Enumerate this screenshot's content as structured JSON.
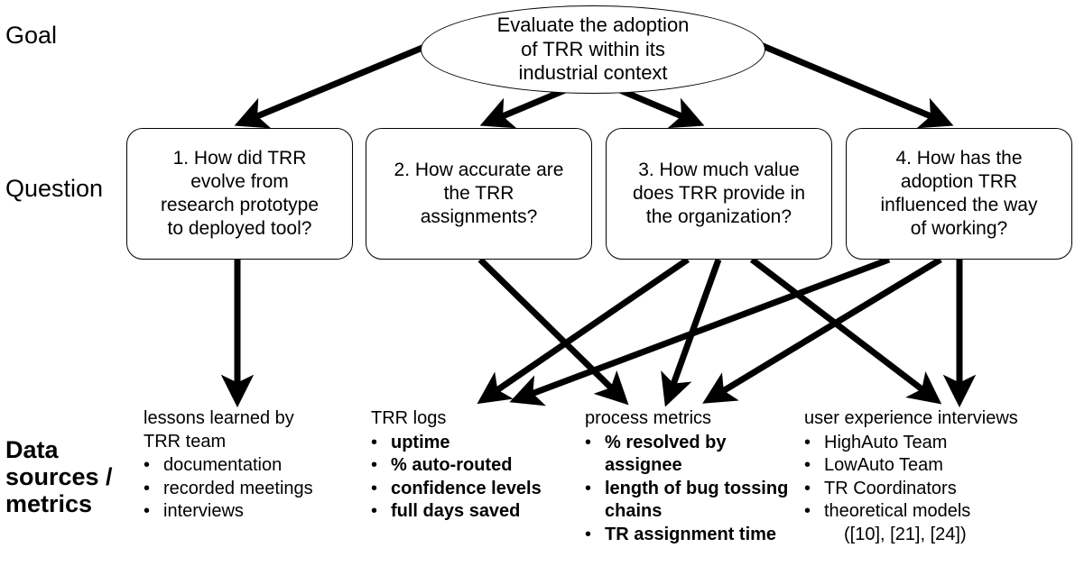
{
  "rows": {
    "goal_label": "Goal",
    "question_label": "Question",
    "data_label_line1": "Data",
    "data_label_line2": "sources /",
    "data_label_line3": "metrics"
  },
  "goal": {
    "text": "Evaluate the adoption\nof TRR within its\nindustrial context"
  },
  "questions": [
    {
      "id": "q1",
      "text": "1. How did TRR\nevolve from\nresearch prototype\nto deployed tool?"
    },
    {
      "id": "q2",
      "text": "2. How accurate are\nthe TRR\nassignments?"
    },
    {
      "id": "q3",
      "text": "3. How much value\ndoes TRR provide in\nthe organization?"
    },
    {
      "id": "q4",
      "text": "4. How has the\nadoption TRR\ninfluenced the way\nof working?"
    }
  ],
  "columns": [
    {
      "id": "c1",
      "header": "lessons learned by\nTRR team",
      "bold_items": false,
      "bullet": "•",
      "items": [
        "documentation",
        "recorded meetings",
        "interviews"
      ],
      "citation": ""
    },
    {
      "id": "c2",
      "header": "TRR logs",
      "bold_items": true,
      "bullet": "•",
      "items": [
        "uptime",
        "% auto-routed",
        "confidence levels",
        "full days saved"
      ],
      "citation": ""
    },
    {
      "id": "c3",
      "header": "process metrics",
      "bold_items": true,
      "bullet": "•",
      "items": [
        "% resolved by assignee",
        "length of bug tossing chains",
        "TR assignment time"
      ],
      "citation": ""
    },
    {
      "id": "c4",
      "header": "user experience interviews",
      "bold_items": false,
      "bullet": "•",
      "items": [
        "HighAuto Team",
        "LowAuto Team",
        "TR Coordinators",
        "theoretical models"
      ],
      "citation": "([10], [21], [24])"
    }
  ],
  "colors": {
    "stroke": "#000000",
    "background": "#ffffff"
  }
}
